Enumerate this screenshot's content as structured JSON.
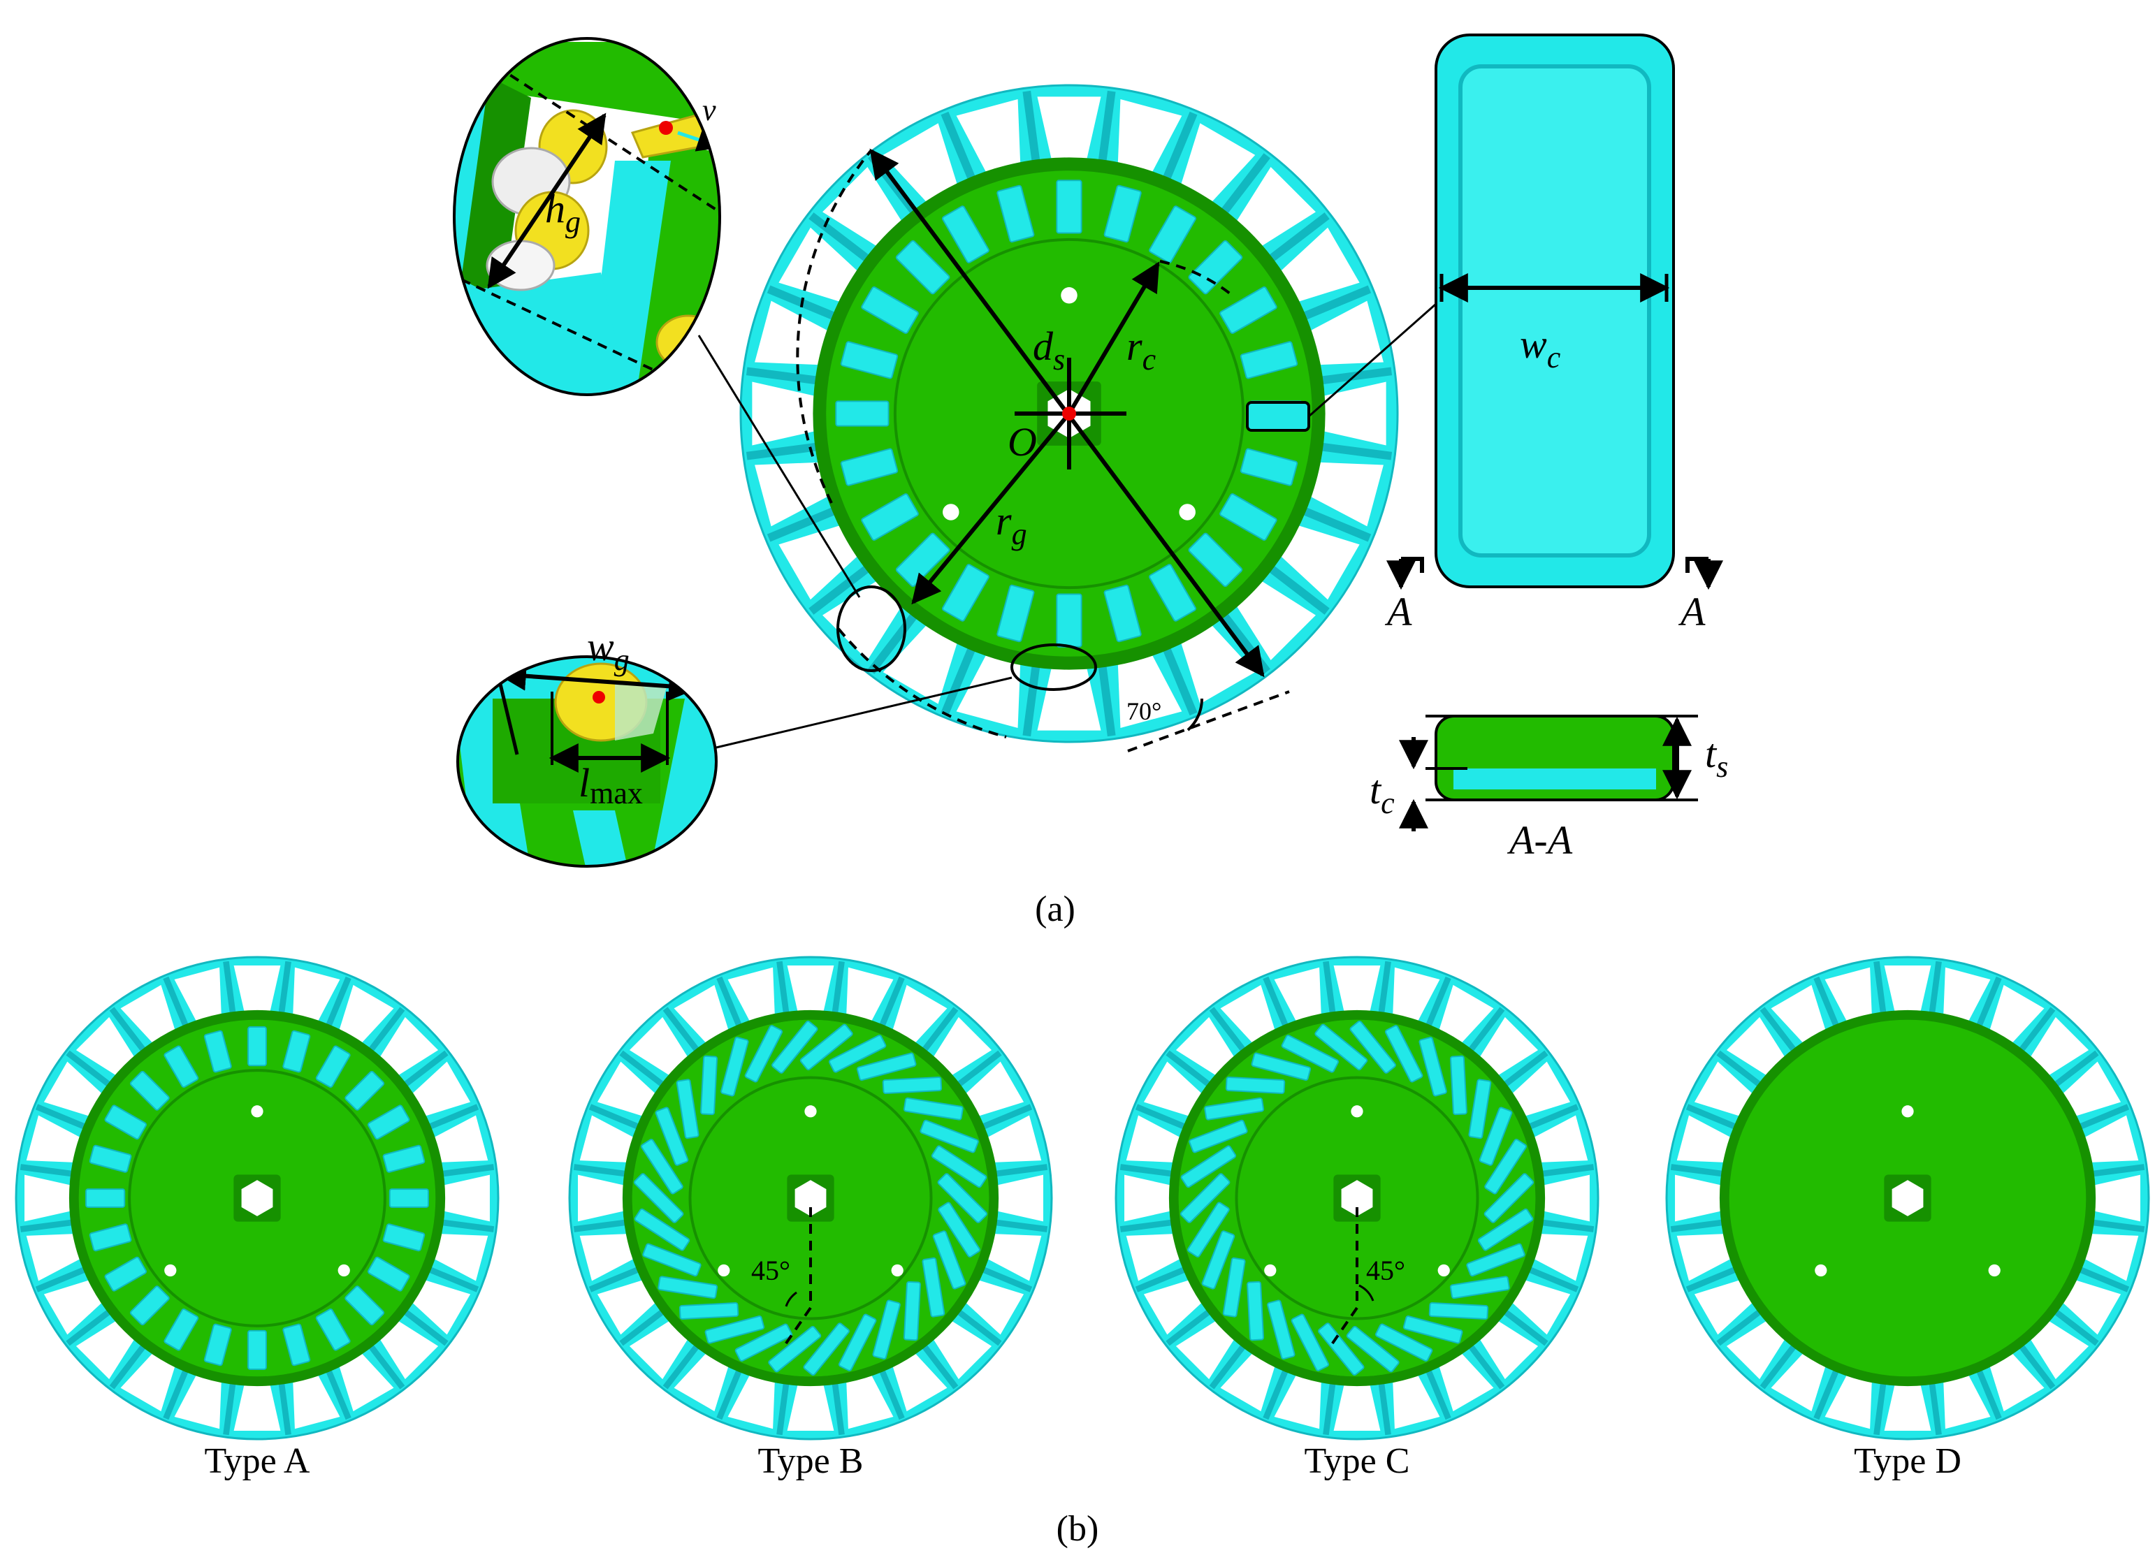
{
  "figure": {
    "panel_a_caption": "(a)",
    "panel_b_caption": "(b)",
    "panel_a": {
      "symbols": {
        "h_g": "h",
        "h_g_sub": "g",
        "d_s": "d",
        "d_s_sub": "s",
        "r_c": "r",
        "r_c_sub": "c",
        "r_g": "r",
        "r_g_sub": "g",
        "center": "O",
        "w_c": "w",
        "w_c_sub": "c",
        "w_g": "w",
        "w_g_sub": "g",
        "l_max": "l",
        "l_max_sub": "max",
        "t_c": "t",
        "t_c_sub": "c",
        "t_s": "t",
        "t_s_sub": "s",
        "v": "v",
        "angle": "70°",
        "section_left": "A",
        "section_right": "A",
        "section_label": "A-A"
      }
    },
    "panel_b": {
      "types": [
        {
          "label": "Type A",
          "variant": "radial"
        },
        {
          "label": "Type B",
          "variant": "inclined",
          "angle": "45°"
        },
        {
          "label": "Type C",
          "variant": "inclined-reverse",
          "angle": "45°"
        },
        {
          "label": "Type D",
          "variant": "none"
        }
      ]
    },
    "colors": {
      "disc_green": "#22bb00",
      "disc_dark_green": "#169100",
      "cyan": "#22e8e8",
      "cyan_dark": "#11b8c0",
      "grain_yellow": "#f2e020",
      "marker_red": "#ee0000"
    }
  }
}
